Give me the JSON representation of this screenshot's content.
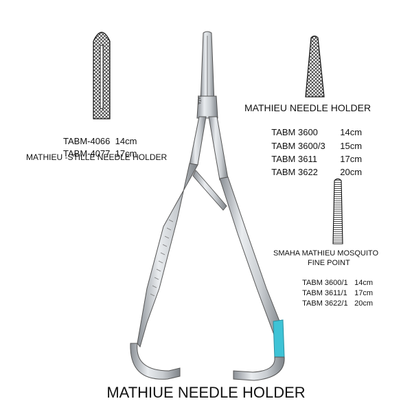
{
  "left_block": {
    "items": [
      {
        "code": "TABM-4066",
        "size": "14cm"
      },
      {
        "code": "TABM-4077",
        "size": "17cm"
      }
    ],
    "name": "MATHIEU -STILLE NEEDLE HOLDER"
  },
  "right_block": {
    "title": "MATHIEU NEEDLE HOLDER",
    "items": [
      {
        "code": "TABM 3600",
        "size": "14cm"
      },
      {
        "code": "TABM 3600/3",
        "size": "15cm"
      },
      {
        "code": "TABM 3611",
        "size": "17cm"
      },
      {
        "code": "TABM 3622",
        "size": "20cm"
      }
    ]
  },
  "mosquito_block": {
    "title_line1": "SMAHA MATHIEU MOSQUITO",
    "title_line2": "FINE POINT",
    "items": [
      {
        "code": "TABM 3600/1",
        "size": "14cm"
      },
      {
        "code": "TABM 3611/1",
        "size": "17cm"
      },
      {
        "code": "TABM 3622/1",
        "size": "20cm"
      }
    ]
  },
  "instrument": {
    "engraving": "TATA",
    "grip_color": "#3ec3d6"
  },
  "bottom_title": "MATHIUE NEEDLE HOLDER"
}
